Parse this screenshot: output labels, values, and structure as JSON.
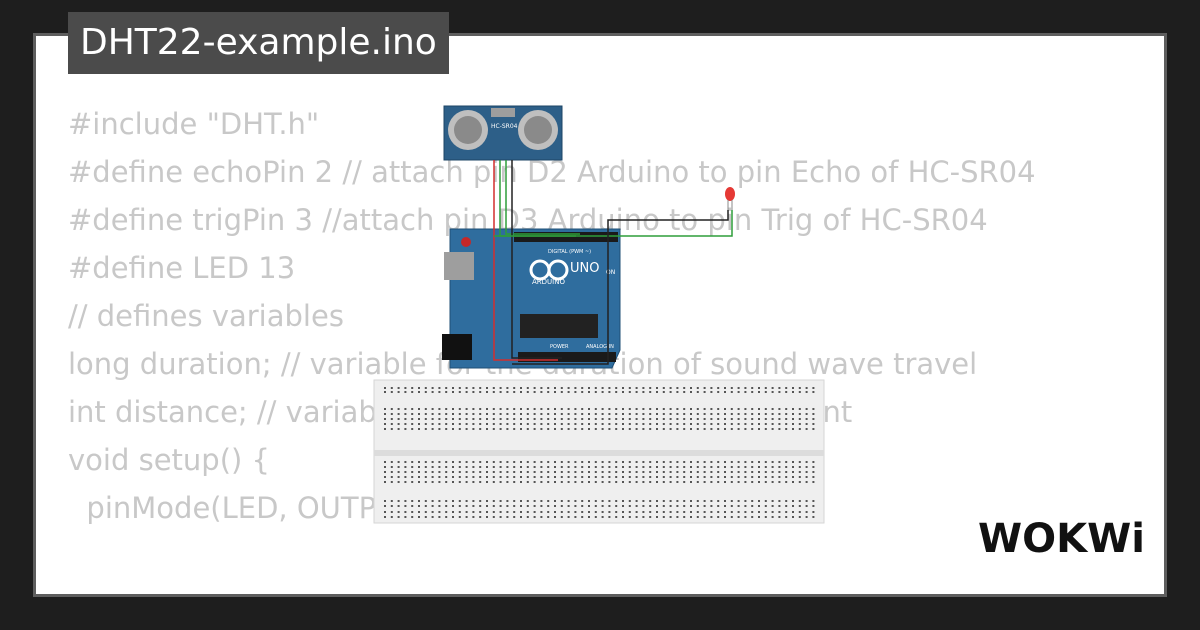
{
  "title": "DHT22-example.ino",
  "code_lines": [
    "#include \"DHT.h\"",
    "",
    "#define echoPin 2 // attach pin D2 Arduino to pin Echo of HC-SR04",
    "#define trigPin 3 //attach pin D3 Arduino to pin Trig of HC-SR04",
    "#define LED 13",
    "// defines variables",
    "long duration; // variable for the duration of sound wave travel",
    "int distance; // variable for the distance measurement",
    "",
    "void setup() {",
    "  pinMode(LED, OUTPUT);"
  ],
  "sensor": {
    "label": "HC-SR04"
  },
  "board": {
    "model": "UNO",
    "brand": "ARDUINO",
    "on_label": "ON",
    "digital_label": "DIGITAL (PWM ~)",
    "power_label": "POWER",
    "analog_label": "ANALOG IN"
  },
  "logo": "WOKWi",
  "colors": {
    "page_bg": "#1e1e1e",
    "card_bg": "#ffffff",
    "title_bg": "#4b4b4b",
    "code_text": "#c8c8c8",
    "board_blue": "#2f6d9e",
    "led_red": "#e53935",
    "wire_red": "#d32f2f",
    "wire_green": "#2e9e3a",
    "wire_black": "#222222"
  }
}
